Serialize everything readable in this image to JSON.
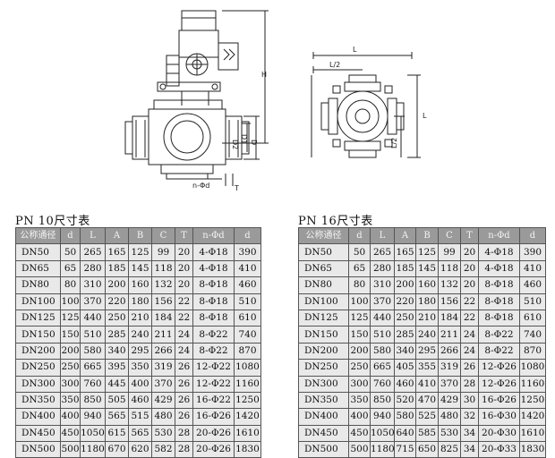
{
  "drawing": {
    "dim_labels": {
      "H": "H",
      "D": "D",
      "D1": "D1",
      "D2": "D2",
      "n_d": "n-Φd",
      "T": "T",
      "L": "L",
      "L_half_top": "L/2",
      "L_side": "L",
      "L_half_side": "L/2"
    }
  },
  "tables": [
    {
      "caption": "PN 10尺寸表",
      "headers": [
        "公称通径",
        "d",
        "L",
        "A",
        "B",
        "C",
        "T",
        "n-Φd",
        "d"
      ],
      "rows": [
        [
          "DN50",
          "50",
          "265",
          "165",
          "125",
          "99",
          "20",
          "4-Φ18",
          "390"
        ],
        [
          "DN65",
          "65",
          "280",
          "185",
          "145",
          "118",
          "20",
          "4-Φ18",
          "410"
        ],
        [
          "DN80",
          "80",
          "310",
          "200",
          "160",
          "132",
          "20",
          "8-Φ18",
          "460"
        ],
        [
          "DN100",
          "100",
          "370",
          "220",
          "180",
          "156",
          "22",
          "8-Φ18",
          "510"
        ],
        [
          "DN125",
          "125",
          "440",
          "250",
          "210",
          "184",
          "22",
          "8-Φ18",
          "610"
        ],
        [
          "DN150",
          "150",
          "510",
          "285",
          "240",
          "211",
          "24",
          "8-Φ22",
          "740"
        ],
        [
          "DN200",
          "200",
          "580",
          "340",
          "295",
          "266",
          "24",
          "8-Φ22",
          "870"
        ],
        [
          "DN250",
          "250",
          "665",
          "395",
          "350",
          "319",
          "26",
          "12-Φ22",
          "1080"
        ],
        [
          "DN300",
          "300",
          "760",
          "445",
          "400",
          "370",
          "26",
          "12-Φ22",
          "1160"
        ],
        [
          "DN350",
          "350",
          "850",
          "505",
          "460",
          "429",
          "26",
          "16-Φ22",
          "1250"
        ],
        [
          "DN400",
          "400",
          "940",
          "565",
          "515",
          "480",
          "26",
          "16-Φ26",
          "1420"
        ],
        [
          "DN450",
          "450",
          "1050",
          "615",
          "565",
          "530",
          "28",
          "20-Φ26",
          "1610"
        ],
        [
          "DN500",
          "500",
          "1180",
          "670",
          "620",
          "582",
          "28",
          "20-Φ26",
          "1830"
        ]
      ]
    },
    {
      "caption": "PN 16尺寸表",
      "headers": [
        "公称通径",
        "d",
        "L",
        "A",
        "B",
        "C",
        "T",
        "n-Φd",
        "d"
      ],
      "rows": [
        [
          "DN50",
          "50",
          "265",
          "165",
          "125",
          "99",
          "20",
          "4-Φ18",
          "390"
        ],
        [
          "DN65",
          "65",
          "280",
          "185",
          "145",
          "118",
          "20",
          "4-Φ18",
          "410"
        ],
        [
          "DN80",
          "80",
          "310",
          "200",
          "160",
          "132",
          "20",
          "8-Φ18",
          "460"
        ],
        [
          "DN100",
          "100",
          "370",
          "220",
          "180",
          "156",
          "22",
          "8-Φ18",
          "510"
        ],
        [
          "DN125",
          "125",
          "440",
          "250",
          "210",
          "184",
          "22",
          "8-Φ18",
          "610"
        ],
        [
          "DN150",
          "150",
          "510",
          "285",
          "240",
          "211",
          "24",
          "8-Φ22",
          "740"
        ],
        [
          "DN200",
          "200",
          "580",
          "340",
          "295",
          "266",
          "24",
          "8-Φ22",
          "870"
        ],
        [
          "DN250",
          "250",
          "665",
          "405",
          "355",
          "319",
          "26",
          "12-Φ26",
          "1080"
        ],
        [
          "DN300",
          "300",
          "760",
          "460",
          "410",
          "370",
          "28",
          "12-Φ26",
          "1160"
        ],
        [
          "DN350",
          "350",
          "850",
          "520",
          "470",
          "429",
          "30",
          "16-Φ26",
          "1250"
        ],
        [
          "DN400",
          "400",
          "940",
          "580",
          "525",
          "480",
          "32",
          "16-Φ30",
          "1420"
        ],
        [
          "DN450",
          "450",
          "1050",
          "640",
          "585",
          "530",
          "34",
          "20-Φ30",
          "1610"
        ],
        [
          "DN500",
          "500",
          "1180",
          "715",
          "650",
          "825",
          "34",
          "20-Φ33",
          "1830"
        ]
      ]
    }
  ]
}
